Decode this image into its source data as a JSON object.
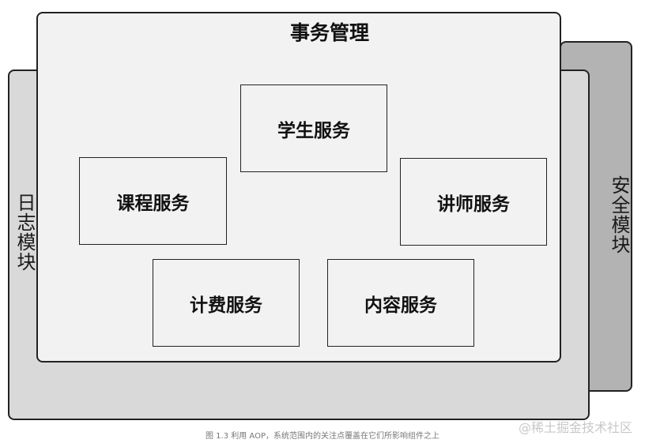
{
  "diagram": {
    "security_module_label": "安全模块",
    "log_module_label": "日志模块",
    "affairs_module_title": "事务管理",
    "services": {
      "student": "学生服务",
      "course": "课程服务",
      "lecturer": "讲师服务",
      "billing": "计费服务",
      "content": "内容服务"
    }
  },
  "caption": "图 1.3   利用 AOP，系统范围内的关注点覆盖在它们所影响组件之上",
  "watermark": "@稀土掘金技术社区"
}
